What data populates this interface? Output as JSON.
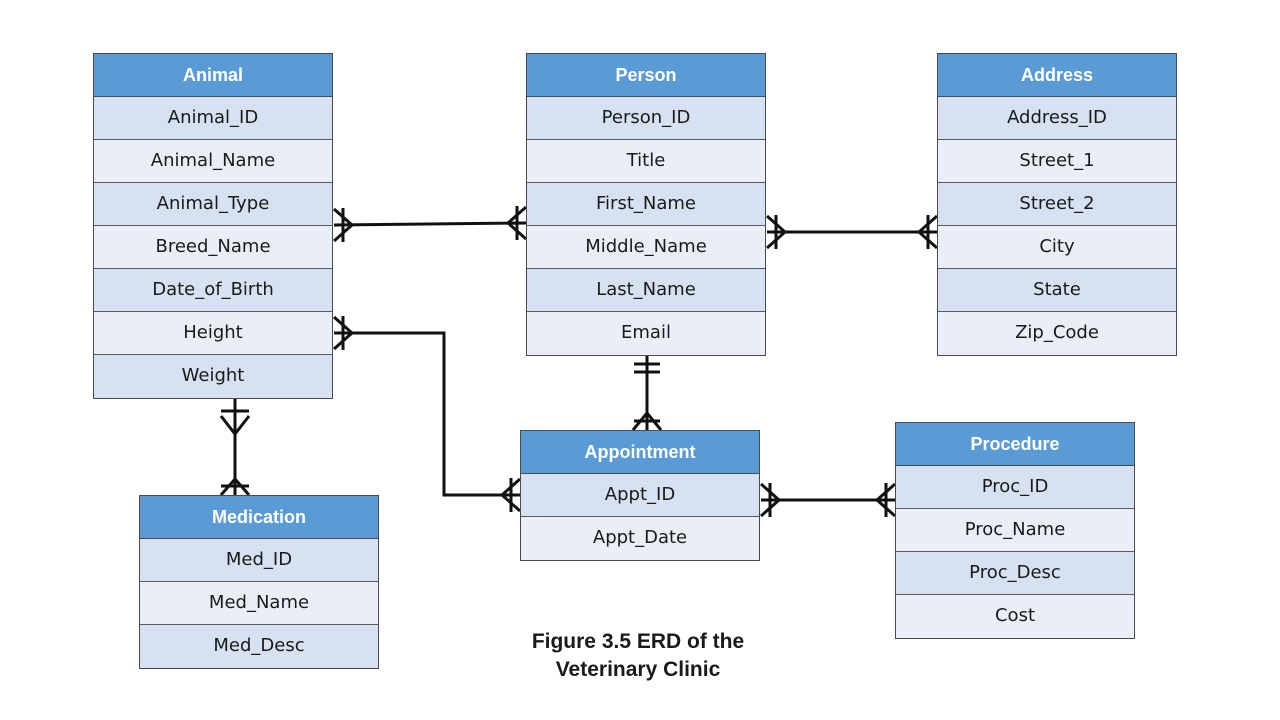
{
  "entities": [
    {
      "id": "animal",
      "name": "Animal",
      "attributes": [
        "Animal_ID",
        "Animal_Name",
        "Animal_Type",
        "Breed_Name",
        "Date_of_Birth",
        "Height",
        "Weight"
      ]
    },
    {
      "id": "person",
      "name": "Person",
      "attributes": [
        "Person_ID",
        "Title",
        "First_Name",
        "Middle_Name",
        "Last_Name",
        "Email"
      ]
    },
    {
      "id": "address",
      "name": "Address",
      "attributes": [
        "Address_ID",
        "Street_1",
        "Street_2",
        "City",
        "State",
        "Zip_Code"
      ]
    },
    {
      "id": "medication",
      "name": "Medication",
      "attributes": [
        "Med_ID",
        "Med_Name",
        "Med_Desc"
      ]
    },
    {
      "id": "appointment",
      "name": "Appointment",
      "attributes": [
        "Appt_ID",
        "Appt_Date"
      ]
    },
    {
      "id": "procedure",
      "name": "Procedure",
      "attributes": [
        "Proc_ID",
        "Proc_Name",
        "Proc_Desc",
        "Cost"
      ]
    }
  ],
  "relationships": [
    {
      "from": "animal",
      "to": "person",
      "from_end": "one-or-many",
      "to_end": "one-or-many"
    },
    {
      "from": "person",
      "to": "address",
      "from_end": "one-or-many",
      "to_end": "one-or-many"
    },
    {
      "from": "animal",
      "to": "appointment",
      "from_end": "one-or-many",
      "to_end": "one-or-many"
    },
    {
      "from": "person",
      "to": "appointment",
      "from_end": "one-and-only-one",
      "to_end": "one-or-many"
    },
    {
      "from": "appointment",
      "to": "procedure",
      "from_end": "one-or-many",
      "to_end": "one-or-many"
    },
    {
      "from": "animal",
      "to": "medication",
      "from_end": "one-or-many",
      "to_end": "one-or-many"
    }
  ],
  "caption": {
    "line1": "Figure 3.5 ERD of the",
    "line2": "Veterinary Clinic"
  }
}
